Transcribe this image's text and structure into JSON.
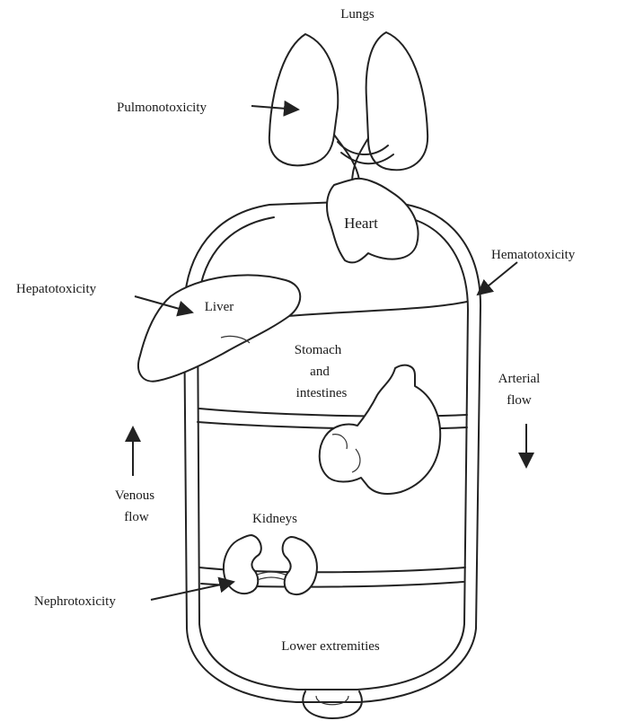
{
  "diagram": {
    "labels": {
      "lungs": "Lungs",
      "pulmonotoxicity": "Pulmonotoxicity",
      "heart": "Heart",
      "hematotoxicity": "Hematotoxicity",
      "hepatotoxicity": "Hepatotoxicity",
      "liver": "Liver",
      "stomach_line1": "Stomach",
      "stomach_line2": "and",
      "stomach_line3": "intestines",
      "arterial_line1": "Arterial",
      "arterial_line2": "flow",
      "venous_line1": "Venous",
      "venous_line2": "flow",
      "kidneys": "Kidneys",
      "nephrotoxicity": "Nephrotoxicity",
      "lower_extremities": "Lower extremities"
    }
  }
}
